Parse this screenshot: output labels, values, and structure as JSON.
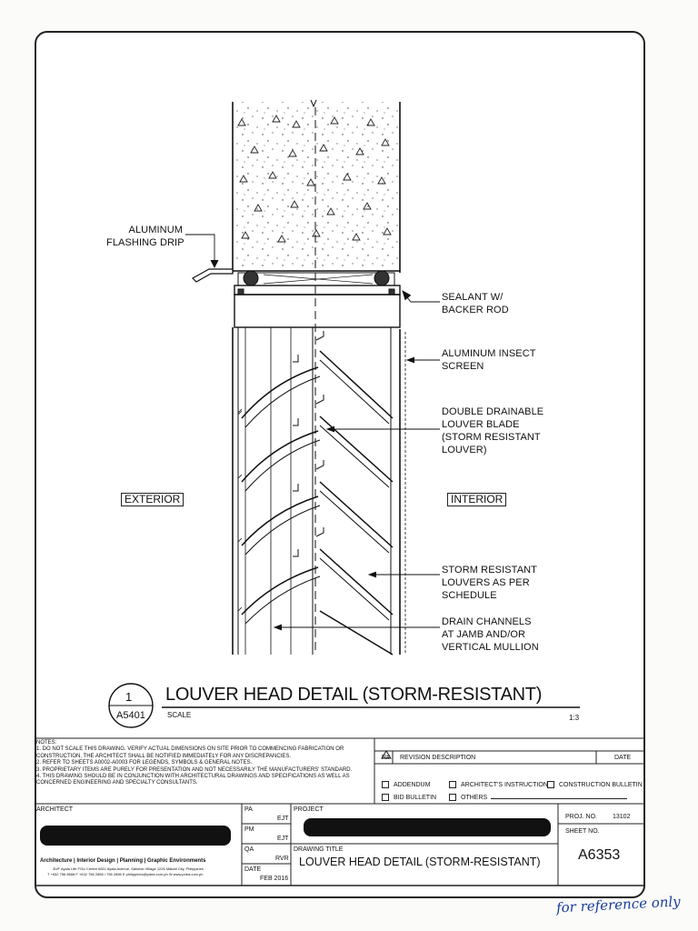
{
  "callouts": {
    "flashing_drip": [
      "ALUMINUM",
      "FLASHING DRIP"
    ],
    "sealant": [
      "SEALANT W/",
      "BACKER ROD"
    ],
    "insect_screen": [
      "ALUMINUM INSECT",
      "SCREEN"
    ],
    "louver_blade": [
      "DOUBLE DRAINABLE",
      "LOUVER BLADE",
      "(STORM RESISTANT",
      "LOUVER)"
    ],
    "storm_louvers": [
      "STORM RESISTANT",
      "LOUVERS AS PER",
      "SCHEDULE"
    ],
    "drain_channels": [
      "DRAIN CHANNELS",
      "AT JAMB AND/OR",
      "VERTICAL MULLION"
    ]
  },
  "labels": {
    "exterior": "EXTERIOR",
    "interior": "INTERIOR"
  },
  "detail": {
    "number": "1",
    "sheet_ref": "A5401",
    "title": "LOUVER HEAD DETAIL (STORM-RESISTANT)",
    "scale_label": "SCALE",
    "scale_value": "1:3"
  },
  "notes": {
    "heading": "NOTES:",
    "items": [
      "1. DO NOT SCALE THIS DRAWING. VERIFY ACTUAL DIMENSIONS ON SITE PRIOR TO COMMENCING FABRICATION OR",
      "   CONSTRUCTION. THE ARCHITECT SHALL BE NOTIFIED IMMEDIATELY FOR ANY DISCREPANCIES.",
      "2. REFER TO SHEETS A0002-A0003 FOR LEGENDS, SYMBOLS & GENERAL NOTES.",
      "3. PROPRIETARY ITEMS ARE PURELY FOR PRESENTATION AND NOT NECESSARILY THE MANUFACTURERS' STANDARD.",
      "4. THIS DRAWING SHOULD BE IN CONJUNCTION WITH ARCHITECTURAL DRAWINGS AND SPECIFICATIONS AS WELL AS",
      "   CONCERNED ENGINEERING AND SPECIALTY CONSULTANTS."
    ]
  },
  "revision": {
    "r_label": "R#",
    "desc_label": "REVISION DESCRIPTION",
    "date_label": "DATE",
    "options": [
      "ADDENDUM",
      "ARCHITECT'S INSTRUCTION",
      "CONSTRUCTION BULLETIN",
      "BID BULLETIN",
      "OTHERS"
    ]
  },
  "titleblock": {
    "architect_label": "ARCHITECT",
    "firm_services": "Architecture | Interior Design | Planning | Graphic Environments",
    "firm_address": "30/F Ayala Life FGU Centre 6811 Ayala Avenue, Salcedo Village 1226 Makati City, Philippines",
    "firm_contact": "T +632 756 8668  F +632 756 2858 / 756 2856  E philippines@pdea.com.ph  W www.pdea.com.ph",
    "pa_label": "PA",
    "pa_value": "EJT",
    "pm_label": "PM",
    "pm_value": "EJT",
    "qa_label": "QA",
    "qa_value": "RVR",
    "date_label": "DATE",
    "date_value": "FEB 2016",
    "project_label": "PROJECT",
    "drawing_title_label": "DRAWING TITLE",
    "drawing_title": "LOUVER HEAD DETAIL (STORM-RESISTANT)",
    "proj_no_label": "PROJ. NO.",
    "proj_no": "13102",
    "sheet_no_label": "SHEET NO.",
    "sheet_no": "A6353"
  },
  "handwriting": "for reference only"
}
